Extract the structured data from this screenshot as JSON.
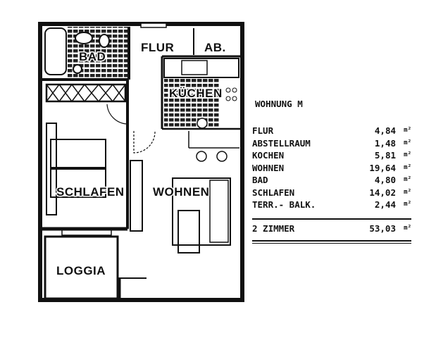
{
  "plan": {
    "rooms": {
      "bad": "BAD",
      "flur": "FLUR",
      "abstell": "AB.",
      "kueche": "KÜCHEN",
      "schlafen": "SCHLAFEN",
      "wohnen": "WOHNEN",
      "loggia": "LOGGIA"
    }
  },
  "legend": {
    "title": "WOHNUNG M",
    "rows": [
      {
        "room": "FLUR",
        "area": "4,84",
        "unit": "m²"
      },
      {
        "room": "ABSTELLRAUM",
        "area": "1,48",
        "unit": "m²"
      },
      {
        "room": "KOCHEN",
        "area": "5,81",
        "unit": "m²"
      },
      {
        "room": "WOHNEN",
        "area": "19,64",
        "unit": "m²"
      },
      {
        "room": "BAD",
        "area": "4,80",
        "unit": "m²"
      },
      {
        "room": "SCHLAFEN",
        "area": "14,02",
        "unit": "m²"
      },
      {
        "room": "TERR.- BALK.",
        "area": "2,44",
        "unit": "m²"
      }
    ],
    "total": {
      "label": "2 ZIMMER",
      "area": "53,03",
      "unit": "m²"
    }
  }
}
